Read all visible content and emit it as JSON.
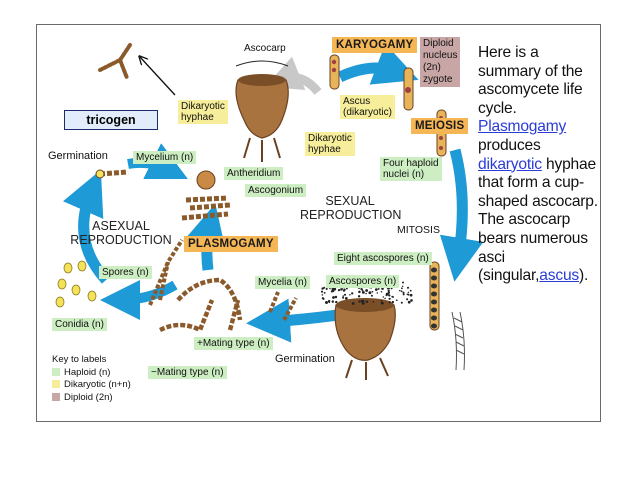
{
  "colors": {
    "haploid": "#cdeec2",
    "dikaryotic": "#f6ee9a",
    "diploid": "#c9a6a6",
    "stage_highlight": "#f5b655",
    "cycle_arrow": "#1e9ad6",
    "link": "#2a3bd6"
  },
  "annotation": {
    "tricogen": "tricogen"
  },
  "labels": {
    "ascocarp": "Ascocarp",
    "dikaryotic_hyphae_top": [
      "Dikaryotic",
      "hyphae"
    ],
    "karyogamy": "KARYOGAMY",
    "diploid_nucleus": [
      "Diploid",
      "nucleus",
      "(2n)",
      "zygote"
    ],
    "ascus": [
      "Ascus",
      "(dikaryotic)"
    ],
    "dikaryotic_hyphae_mid": [
      "Dikaryotic",
      "hyphae"
    ],
    "meiosis": "MEIOSIS",
    "four_haploid": [
      "Four haploid",
      "nuclei (n)"
    ],
    "germination_top": "Germination",
    "mycelium": "Mycelium (n)",
    "antheridium": "Antheridium",
    "ascogonium": "Ascogonium",
    "sexual_reproduction": [
      "SEXUAL",
      "REPRODUCTION"
    ],
    "mitosis": "MITOSIS",
    "asexual_reproduction": [
      "ASEXUAL",
      "REPRODUCTION"
    ],
    "plasmogamy": "PLASMOGAMY",
    "eight_ascospores": "Eight ascospores (n)",
    "spores": "Spores (n)",
    "mycelia": "Mycelia (n)",
    "ascospores": "Ascospores (n)",
    "conidia": "Conidia (n)",
    "plus_mating": "+Mating type (n)",
    "minus_mating": "−Mating type (n)",
    "germination_bottom": "Germination"
  },
  "key": {
    "title": "Key to labels",
    "items": [
      {
        "label": "Haploid (n)",
        "color": "#cdeec2"
      },
      {
        "label": "Dikaryotic (n+n)",
        "color": "#f6ee9a"
      },
      {
        "label": "Diploid (2n)",
        "color": "#c9a6a6"
      }
    ]
  },
  "summary": {
    "text1": "Here is a summary of the ascomycete life cycle. ",
    "link1": "Plasmogamy",
    "text2": " produces ",
    "link2": "dikaryotic",
    "text3": " hyphae that form a cup-shaped ascocarp. The ascocarp bears numerous asci (singular,",
    "link3": "ascus",
    "text4": ")."
  }
}
